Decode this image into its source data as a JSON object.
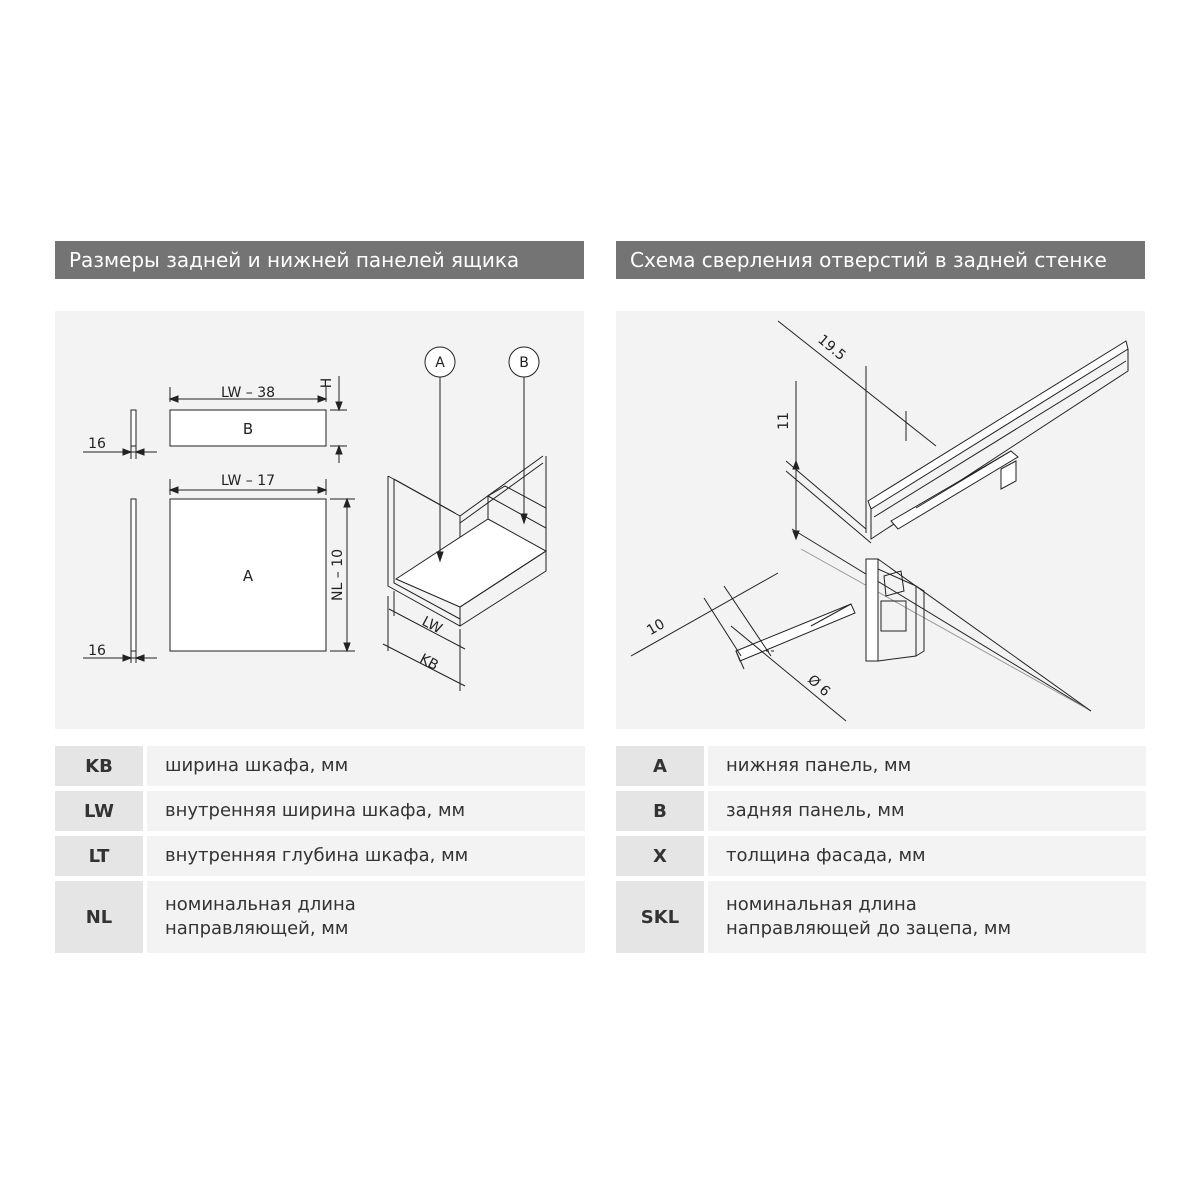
{
  "left": {
    "title": "Размеры задней и нижней панелей ящика",
    "diagram": {
      "dim_lw38": "LW – 38",
      "dim_h": "H",
      "panel_b": "B",
      "dim_16_top": "16",
      "dim_lw17": "LW – 17",
      "panel_a": "A",
      "dim_nl10": "NL – 10",
      "dim_16_bottom": "16",
      "callout_a": "A",
      "callout_b": "B",
      "dim_lw": "LW",
      "dim_kb": "KB"
    },
    "rows": [
      {
        "key": "KB",
        "value": "ширина шкафа, мм"
      },
      {
        "key": "LW",
        "value": "внутренняя ширина шкафа, мм"
      },
      {
        "key": "LT",
        "value": "внутренняя глубина шкафа, мм"
      },
      {
        "key": "NL",
        "value_line1": "номинальная длина",
        "value_line2": "направляющей, мм"
      }
    ]
  },
  "right": {
    "title": "Схема сверления отверстий в задней стенке",
    "diagram": {
      "dim_19_5": "19.5",
      "dim_11": "11",
      "dim_10": "10",
      "dim_d6": "Ø 6"
    },
    "rows": [
      {
        "key": "A",
        "value": "нижняя панель, мм"
      },
      {
        "key": "B",
        "value": "задняя панель, мм"
      },
      {
        "key": "X",
        "value": "толщина фасада, мм"
      },
      {
        "key": "SKL",
        "value_line1": "номинальная длина",
        "value_line2": "направляющей до зацепа, мм"
      }
    ]
  }
}
